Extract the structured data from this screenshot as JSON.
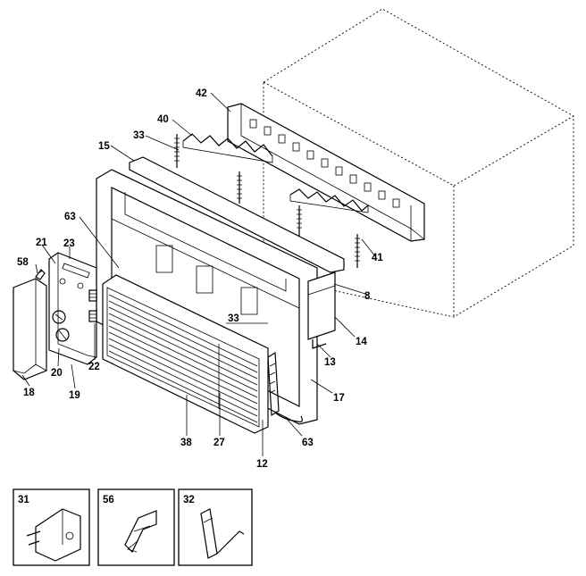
{
  "callouts": {
    "c42": "42",
    "c40": "40",
    "c33a": "33",
    "c15": "15",
    "c63a": "63",
    "c21": "21",
    "c23": "23",
    "c58": "58",
    "c8": "8",
    "c41": "41",
    "c33b": "33",
    "c14": "14",
    "c13": "13",
    "c17": "17",
    "c20": "20",
    "c22": "22",
    "c18": "18",
    "c19": "19",
    "c38": "38",
    "c27": "27",
    "c63b": "63",
    "c12": "12"
  },
  "insets": {
    "i31": "31",
    "i56": "56",
    "i32": "32"
  }
}
